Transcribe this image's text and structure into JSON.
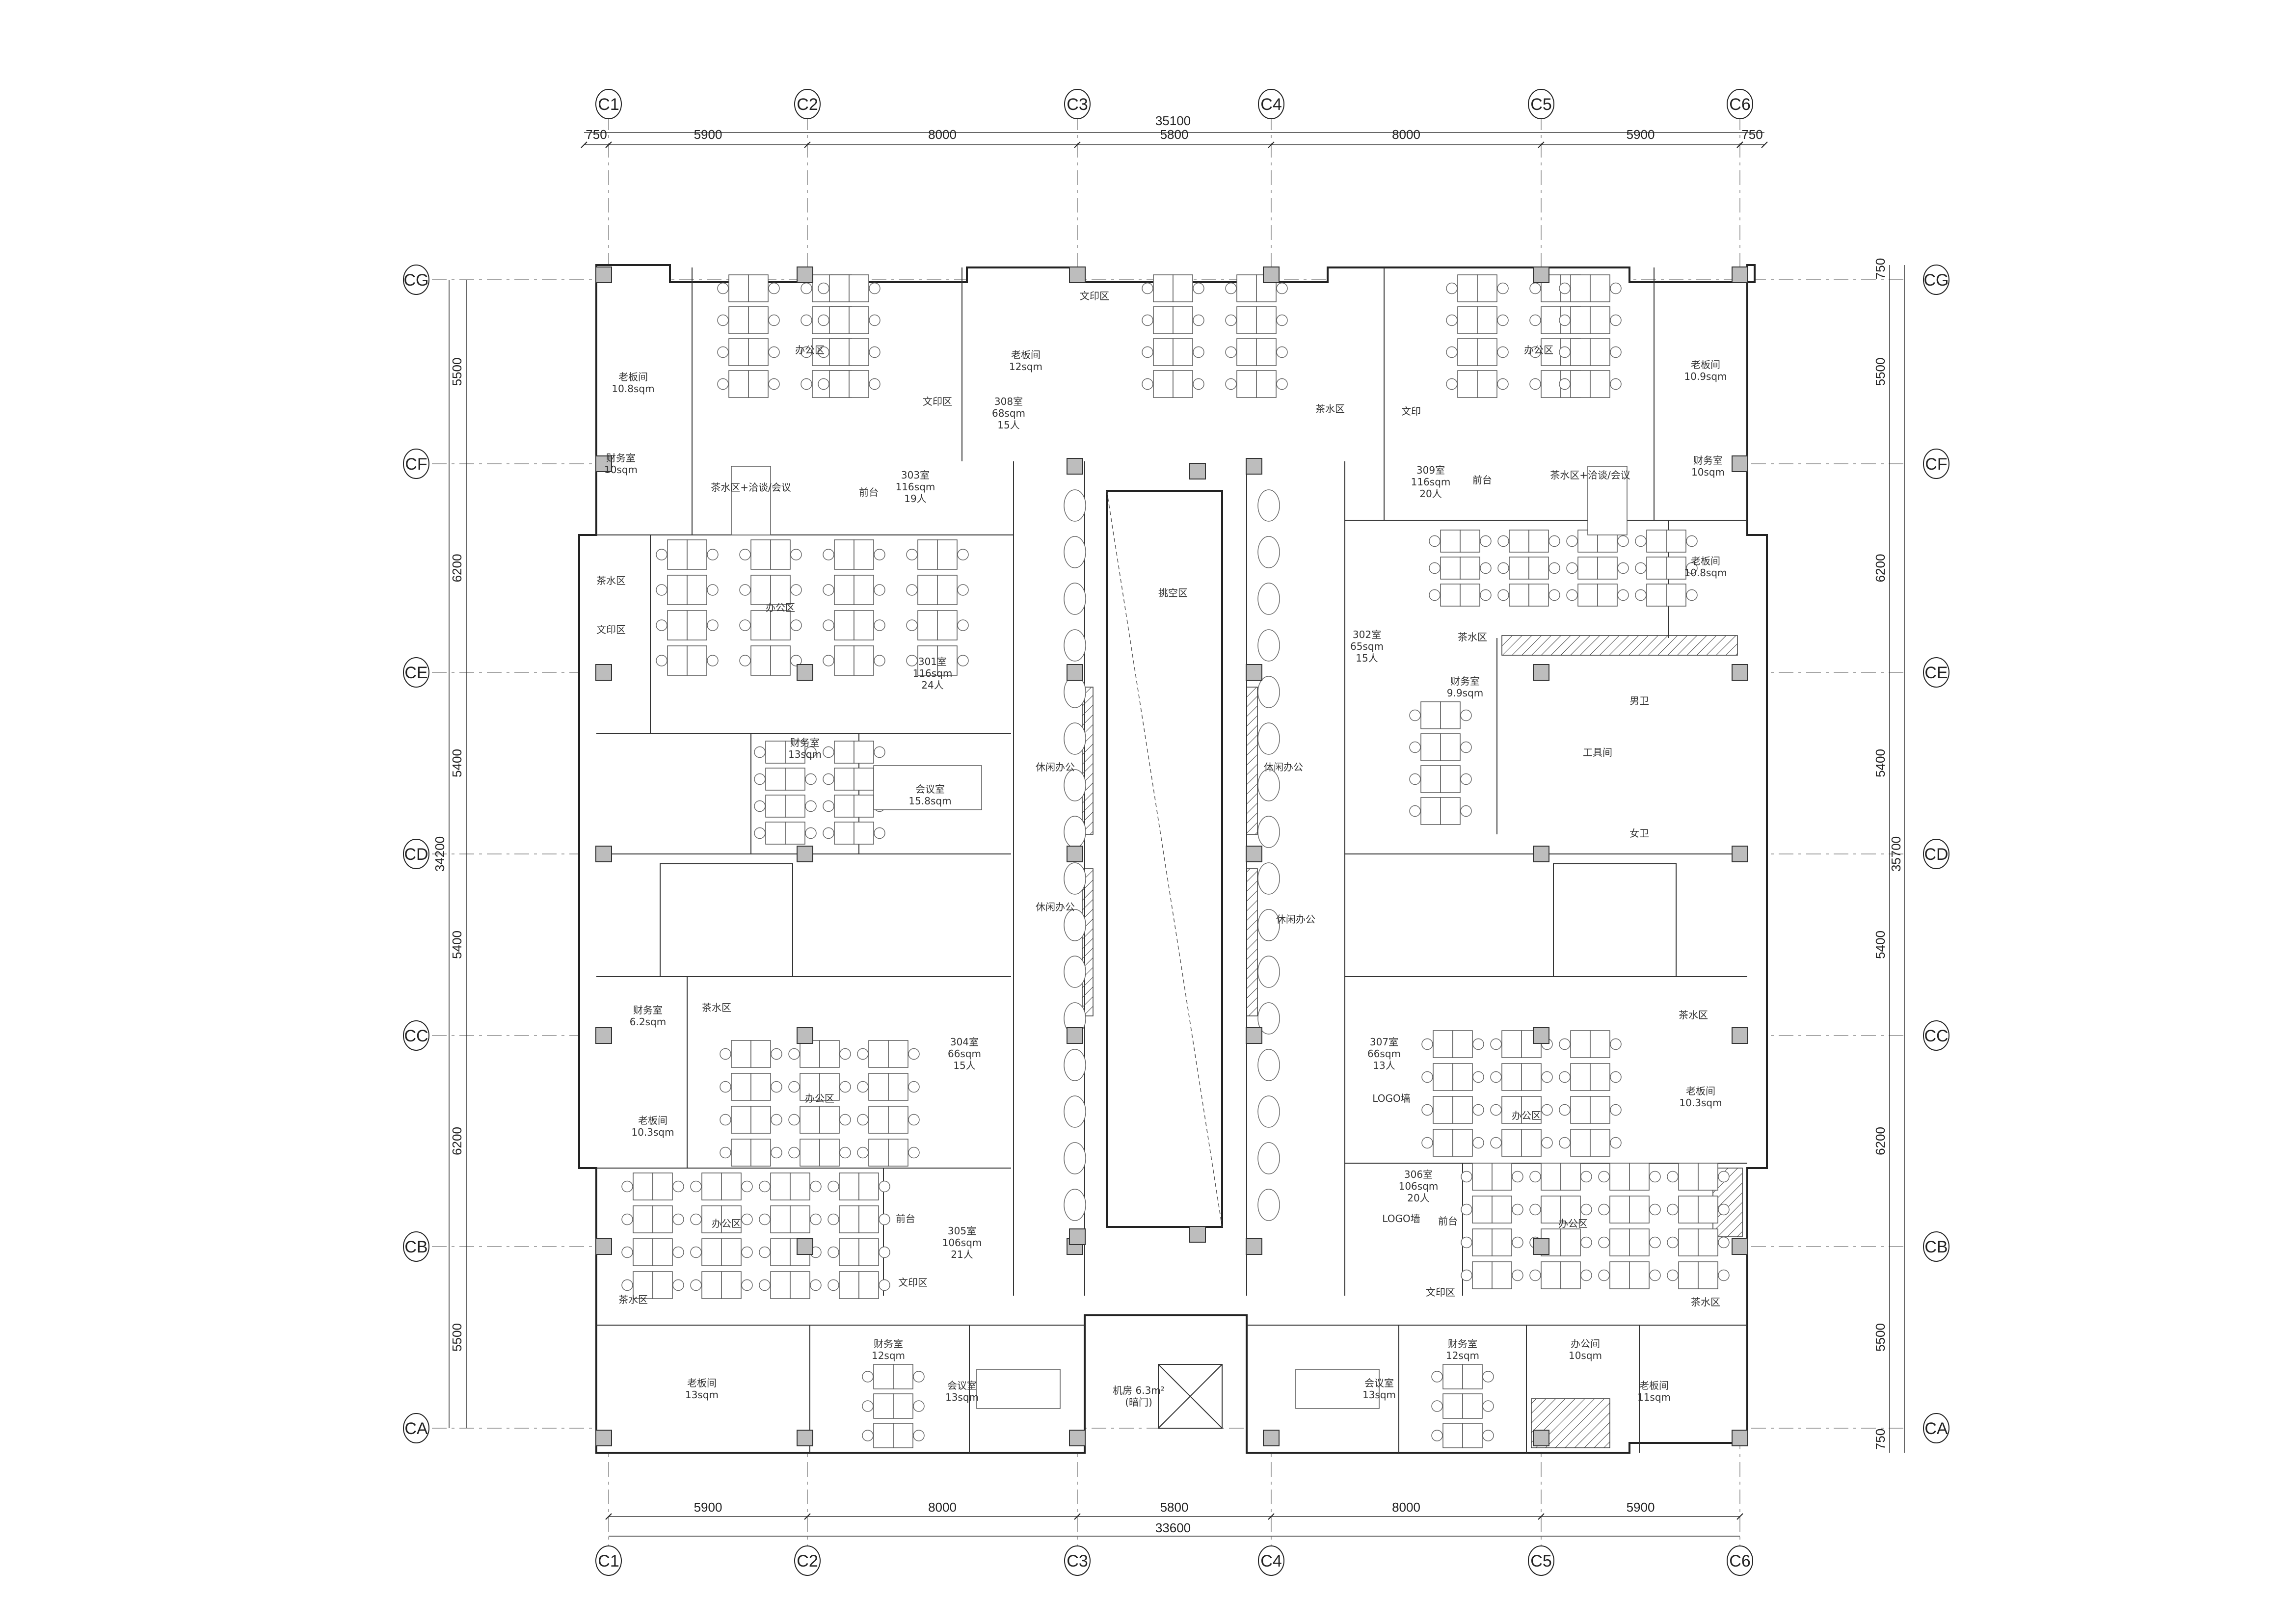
{
  "grid": {
    "columns": [
      "C1",
      "C2",
      "C3",
      "C4",
      "C5",
      "C6"
    ],
    "rows": [
      "CG",
      "CF",
      "CE",
      "CD",
      "CC",
      "CB",
      "CA"
    ]
  },
  "dimensions": {
    "top_total": "35100",
    "top_segments": [
      "750",
      "5900",
      "8000",
      "5800",
      "8000",
      "5900",
      "750"
    ],
    "bottom_total": "33600",
    "bottom_segments": [
      "5900",
      "8000",
      "5800",
      "8000",
      "5900"
    ],
    "left_total": "34200",
    "left_segments": [
      "5500",
      "6200",
      "5400",
      "5400",
      "6200",
      "5500"
    ],
    "right_total": "35700",
    "right_segments": [
      "750",
      "5500",
      "6200",
      "5400",
      "5400",
      "6200",
      "5500",
      "750"
    ]
  },
  "rooms": [
    {
      "id": "r-boss-ul",
      "lines": [
        "老板间",
        "10.8sqm"
      ]
    },
    {
      "id": "r-office-1",
      "lines": [
        "办公区"
      ]
    },
    {
      "id": "r-finance-ul",
      "lines": [
        "财务室",
        "10sqm"
      ]
    },
    {
      "id": "r-tea-ul",
      "lines": [
        "茶水区+洽谈/会议"
      ]
    },
    {
      "id": "r-front-303",
      "lines": [
        "前台"
      ]
    },
    {
      "id": "r-303",
      "lines": [
        "303室",
        "116sqm",
        "19人"
      ]
    },
    {
      "id": "r-boss-308",
      "lines": [
        "老板间",
        "12sqm"
      ]
    },
    {
      "id": "r-print-308",
      "lines": [
        "文印区"
      ]
    },
    {
      "id": "r-308",
      "lines": [
        "308室",
        "68sqm",
        "15人"
      ]
    },
    {
      "id": "r-print-top",
      "lines": [
        "文印区"
      ]
    },
    {
      "id": "r-tea-top",
      "lines": [
        "茶水区"
      ]
    },
    {
      "id": "r-print-309",
      "lines": [
        "文印"
      ]
    },
    {
      "id": "r-office-309",
      "lines": [
        "办公区"
      ]
    },
    {
      "id": "r-boss-ur",
      "lines": [
        "老板间",
        "10.9sqm"
      ]
    },
    {
      "id": "r-finance-ur",
      "lines": [
        "财务室",
        "10sqm"
      ]
    },
    {
      "id": "r-tea-ur",
      "lines": [
        "茶水区+洽谈/会议"
      ]
    },
    {
      "id": "r-front-309",
      "lines": [
        "前台"
      ]
    },
    {
      "id": "r-309",
      "lines": [
        "309室",
        "116sqm",
        "20人"
      ]
    },
    {
      "id": "r-tea-301",
      "lines": [
        "茶水区"
      ]
    },
    {
      "id": "r-print-301",
      "lines": [
        "文印区"
      ]
    },
    {
      "id": "r-office-301",
      "lines": [
        "办公区"
      ]
    },
    {
      "id": "r-301",
      "lines": [
        "301室",
        "116sqm",
        "24人"
      ]
    },
    {
      "id": "r-finance-301",
      "lines": [
        "财务室",
        "13sqm"
      ]
    },
    {
      "id": "r-meeting-301",
      "lines": [
        "会议室",
        "15.8sqm"
      ]
    },
    {
      "id": "r-atrium",
      "lines": [
        "挑空区"
      ]
    },
    {
      "id": "r-lounge-1",
      "lines": [
        "休闲办公"
      ]
    },
    {
      "id": "r-lounge-2",
      "lines": [
        "休闲办公"
      ]
    },
    {
      "id": "r-lounge-3",
      "lines": [
        "休闲办公"
      ]
    },
    {
      "id": "r-lounge-4",
      "lines": [
        "休闲办公"
      ]
    },
    {
      "id": "r-302",
      "lines": [
        "302室",
        "65sqm",
        "15人"
      ]
    },
    {
      "id": "r-tea-302",
      "lines": [
        "茶水区"
      ]
    },
    {
      "id": "r-finance-302",
      "lines": [
        "财务室",
        "9.9sqm"
      ]
    },
    {
      "id": "r-boss-302",
      "lines": [
        "老板间",
        "10.8sqm"
      ]
    },
    {
      "id": "r-male-wc",
      "lines": [
        "男卫"
      ]
    },
    {
      "id": "r-tool",
      "lines": [
        "工具间"
      ]
    },
    {
      "id": "r-female-wc",
      "lines": [
        "女卫"
      ]
    },
    {
      "id": "r-finance-304",
      "lines": [
        "财务室",
        "6.2sqm"
      ]
    },
    {
      "id": "r-tea-304",
      "lines": [
        "茶水区"
      ]
    },
    {
      "id": "r-304",
      "lines": [
        "304室",
        "66sqm",
        "15人"
      ]
    },
    {
      "id": "r-office-304",
      "lines": [
        "办公区"
      ]
    },
    {
      "id": "r-boss-304",
      "lines": [
        "老板间",
        "10.3sqm"
      ]
    },
    {
      "id": "r-307",
      "lines": [
        "307室",
        "66sqm",
        "13人"
      ]
    },
    {
      "id": "r-logo-307",
      "lines": [
        "LOGO墙"
      ]
    },
    {
      "id": "r-tea-307",
      "lines": [
        "茶水区"
      ]
    },
    {
      "id": "r-office-307",
      "lines": [
        "办公区"
      ]
    },
    {
      "id": "r-boss-307",
      "lines": [
        "老板间",
        "10.3sqm"
      ]
    },
    {
      "id": "r-office-305",
      "lines": [
        "办公区"
      ]
    },
    {
      "id": "r-front-305",
      "lines": [
        "前台"
      ]
    },
    {
      "id": "r-305",
      "lines": [
        "305室",
        "106sqm",
        "21人"
      ]
    },
    {
      "id": "r-print-305",
      "lines": [
        "文印区"
      ]
    },
    {
      "id": "r-tea-305",
      "lines": [
        "茶水区"
      ]
    },
    {
      "id": "r-306",
      "lines": [
        "306室",
        "106sqm",
        "20人"
      ]
    },
    {
      "id": "r-logo-306",
      "lines": [
        "LOGO墙"
      ]
    },
    {
      "id": "r-front-306",
      "lines": [
        "前台"
      ]
    },
    {
      "id": "r-office-306",
      "lines": [
        "办公区"
      ]
    },
    {
      "id": "r-print-306",
      "lines": [
        "文印区"
      ]
    },
    {
      "id": "r-tea-306",
      "lines": [
        "茶水区"
      ]
    },
    {
      "id": "r-boss-ll",
      "lines": [
        "老板间",
        "13sqm"
      ]
    },
    {
      "id": "r-finance-ll",
      "lines": [
        "财务室",
        "12sqm"
      ]
    },
    {
      "id": "r-meeting-ll",
      "lines": [
        "会议室",
        "13sqm"
      ]
    },
    {
      "id": "r-machine",
      "lines": [
        "机房 6.3m²",
        "(暗门)"
      ]
    },
    {
      "id": "r-meeting-lr",
      "lines": [
        "会议室",
        "13sqm"
      ]
    },
    {
      "id": "r-finance-lr",
      "lines": [
        "财务室",
        "12sqm"
      ]
    },
    {
      "id": "r-officeroom-lr",
      "lines": [
        "办公间",
        "10sqm"
      ]
    },
    {
      "id": "r-boss-lr",
      "lines": [
        "老板间",
        "11sqm"
      ]
    }
  ]
}
